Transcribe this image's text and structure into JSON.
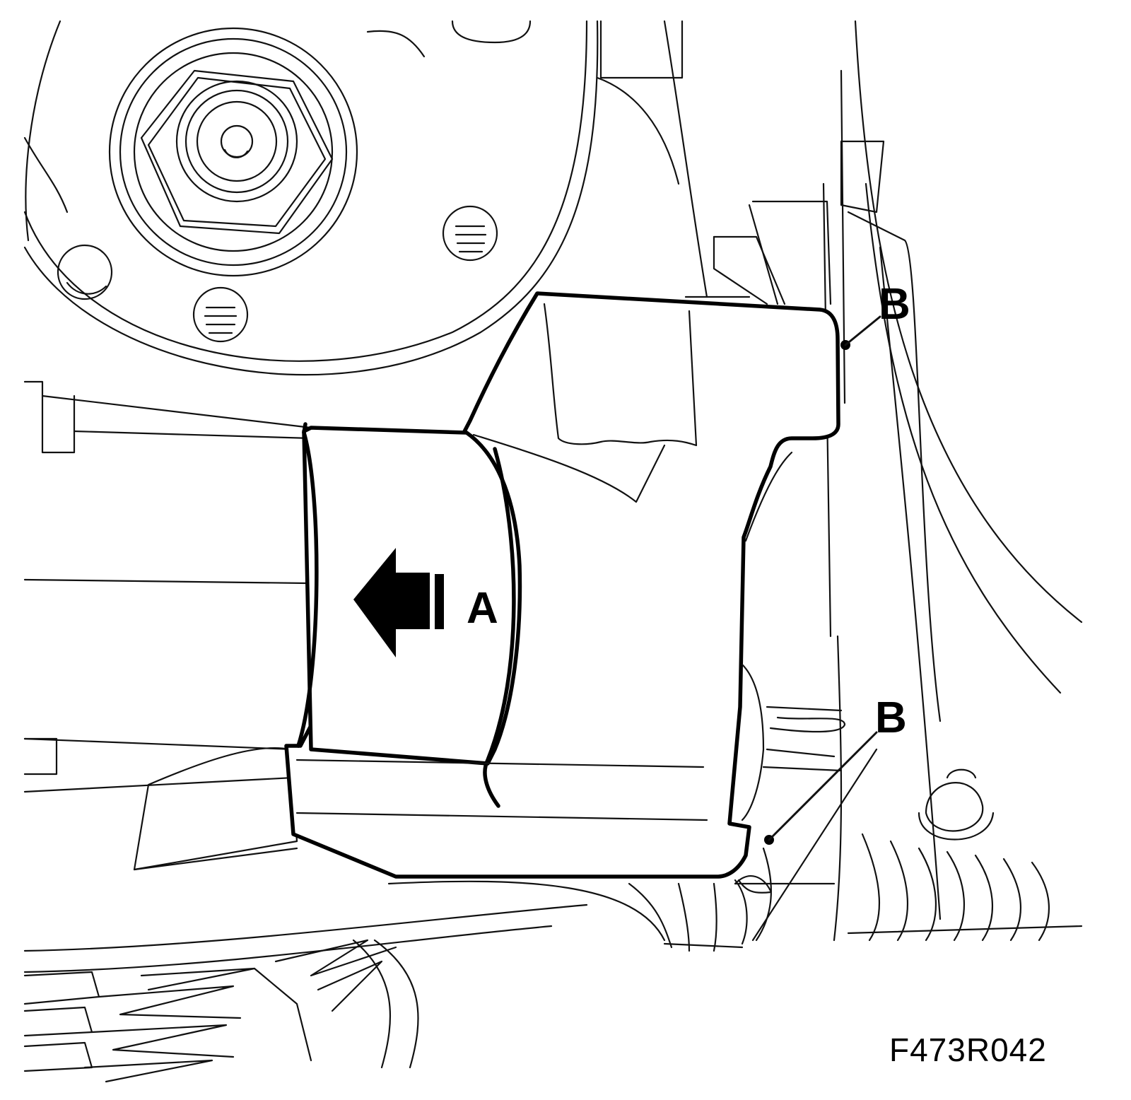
{
  "figure": {
    "callouts": {
      "a": "A",
      "b_upper": "B",
      "b_lower": "B"
    },
    "figure_code": "F473R042"
  }
}
